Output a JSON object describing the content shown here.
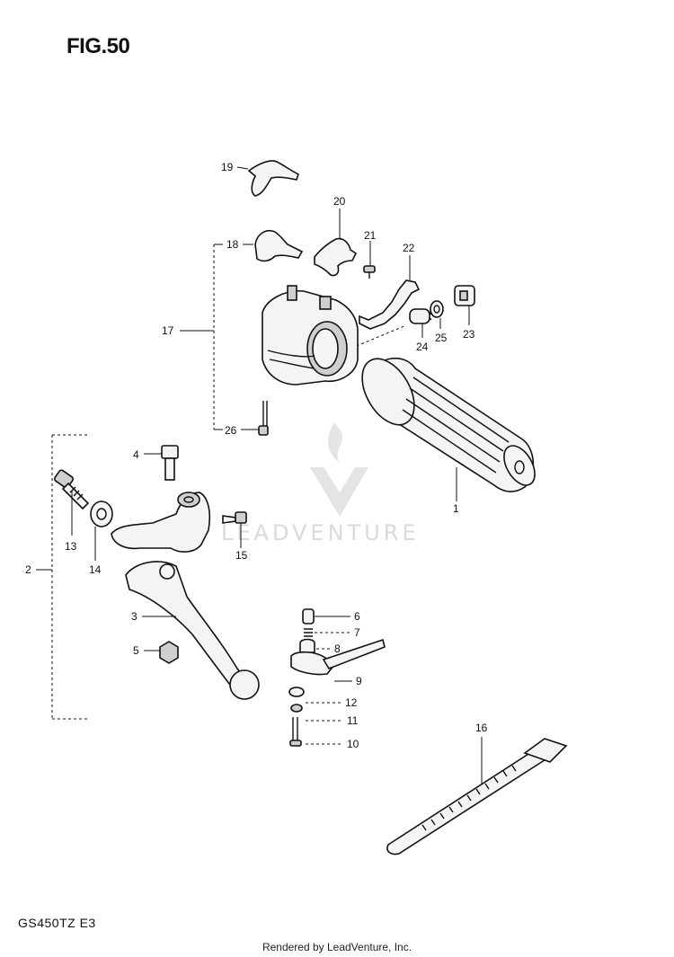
{
  "figure": {
    "title": "FIG.50"
  },
  "model": {
    "code": "GS450TZ  E3"
  },
  "footer": {
    "text": "Rendered by LeadVenture, Inc."
  },
  "watermark": {
    "text": "LEADVENTURE"
  },
  "callouts": {
    "c1": "1",
    "c2": "2",
    "c3": "3",
    "c4": "4",
    "c5": "5",
    "c6": "6",
    "c7": "7",
    "c8": "8",
    "c9": "9",
    "c10": "10",
    "c11": "11",
    "c12": "12",
    "c13": "13",
    "c14": "14",
    "c15": "15",
    "c16": "16",
    "c17": "17",
    "c18": "18",
    "c19": "19",
    "c20": "20",
    "c21": "21",
    "c22": "22",
    "c23": "23",
    "c24": "24",
    "c25": "25",
    "c26": "26"
  }
}
